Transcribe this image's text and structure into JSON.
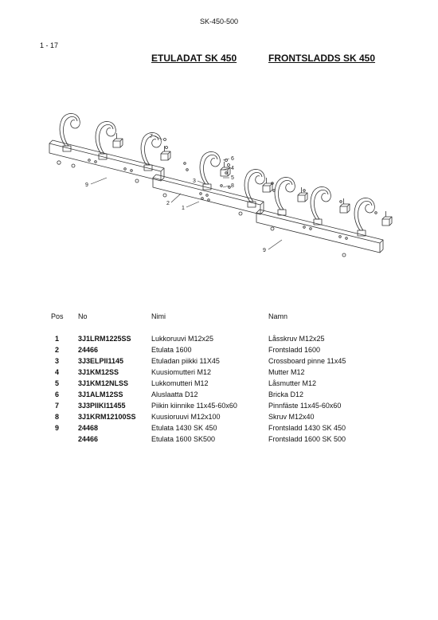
{
  "document": {
    "code": "SK-450-500",
    "page": "1 - 17",
    "title_fi": "ETULADAT SK 450",
    "title_sv": "FRONTSLADDS SK 450"
  },
  "drawing": {
    "callouts": [
      "9",
      "2",
      "9",
      "6",
      "4",
      "5",
      "8",
      "3",
      "7",
      "1"
    ]
  },
  "table": {
    "headers": {
      "pos": "Pos",
      "no": "No",
      "fi": "Nimi",
      "sv": "Namn"
    },
    "rows": [
      {
        "pos": "1",
        "no": "3J1LRM1225SS",
        "fi": "Lukkoruuvi M12x25",
        "sv": "Låsskruv M12x25"
      },
      {
        "pos": "2",
        "no": "24466",
        "fi": "Etulata 1600",
        "sv": "Frontsladd 1600"
      },
      {
        "pos": "3",
        "no": "3J3ELPII1145",
        "fi": "Etuladan piikki 11X45",
        "sv": "Crossboard pinne 11x45"
      },
      {
        "pos": "4",
        "no": "3J1KM12SS",
        "fi": "Kuusiomutteri M12",
        "sv": "Mutter M12"
      },
      {
        "pos": "5",
        "no": "3J1KM12NLSS",
        "fi": "Lukkomutteri M12",
        "sv": "Låsmutter M12"
      },
      {
        "pos": "6",
        "no": "3J1ALM12SS",
        "fi": "Aluslaatta D12",
        "sv": "Bricka D12"
      },
      {
        "pos": "7",
        "no": "3J3PIIKI11455",
        "fi": "Piikin kiinnike 11x45-60x60",
        "sv": "Pinnfäste 11x45-60x60"
      },
      {
        "pos": "8",
        "no": "3J1KRM12100SS",
        "fi": "Kuusioruuvi M12x100",
        "sv": "Skruv M12x40"
      },
      {
        "pos": "9",
        "no": "24468",
        "fi": "Etulata 1430 SK 450",
        "sv": "Frontsladd 1430 SK 450"
      },
      {
        "pos": "",
        "no": "24466",
        "fi": "Etulata 1600 SK500",
        "sv": "Frontsladd 1600 SK 500"
      }
    ]
  }
}
